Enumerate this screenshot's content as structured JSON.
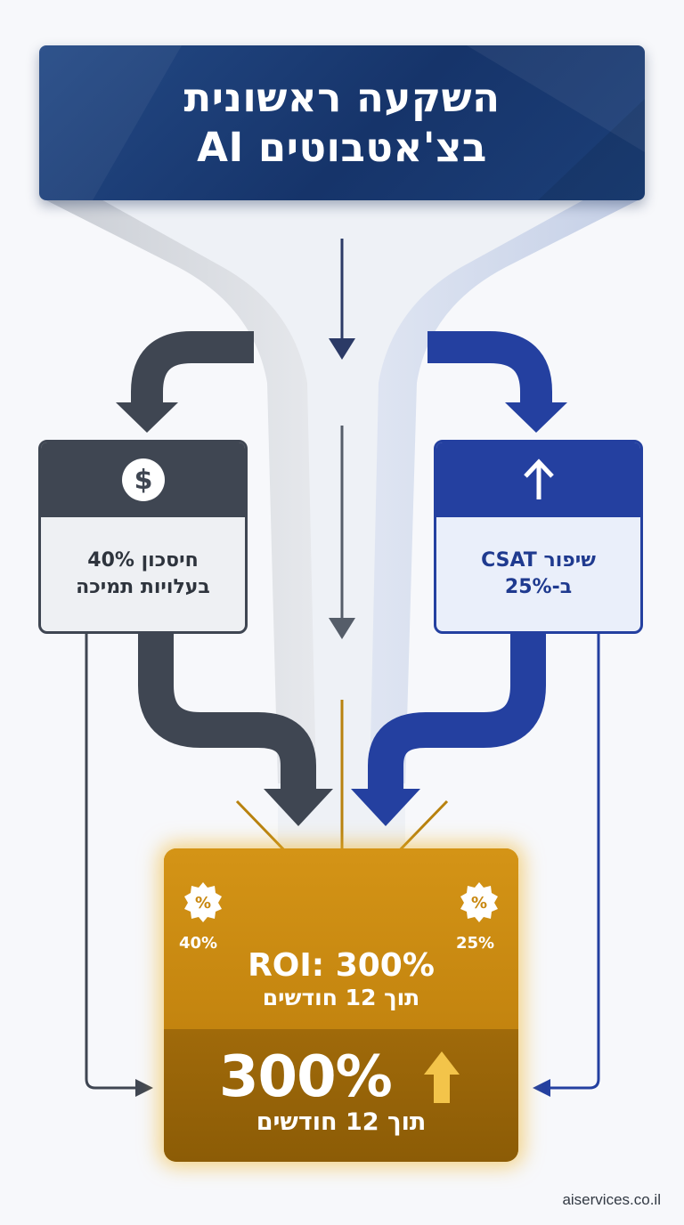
{
  "header": {
    "line1": "השקעה ראשונית",
    "line2": "בצ'אטבוטים AI"
  },
  "left_card": {
    "icon": "dollar-icon",
    "line1": "חיסכון 40%",
    "line2": "בעלויות תמיכה"
  },
  "right_card": {
    "icon": "arrow-up-icon",
    "line1": "שיפור CSAT",
    "line2": "ב-25%"
  },
  "result": {
    "roi_label": "ROI: 300%",
    "roi_period": "תוך 12 חודשים",
    "big_value": "300%",
    "big_period": "תוך 12 חודשים",
    "left_badge_value": "40%",
    "right_badge_value": "25%",
    "badge_icon": "percent-badge-icon",
    "trend_icon": "arrow-up-icon"
  },
  "footer": {
    "site": "aiservices.co.il"
  },
  "colors": {
    "navy": "#1c3f78",
    "charcoal": "#3f4652",
    "royal_blue": "#2440a0",
    "gold": "#c8870f"
  }
}
